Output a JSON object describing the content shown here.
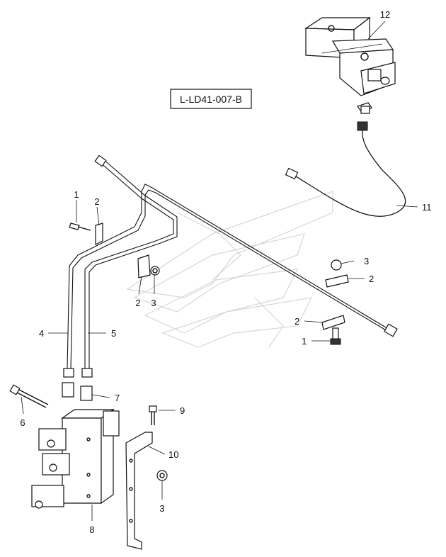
{
  "drawing": {
    "reference": "L-LD41-007-B"
  },
  "callouts": [
    {
      "id": "c-12a",
      "label": "12"
    },
    {
      "id": "c-11",
      "label": "11"
    },
    {
      "id": "c-1a",
      "label": "1"
    },
    {
      "id": "c-2a",
      "label": "2"
    },
    {
      "id": "c-3a",
      "label": "3"
    },
    {
      "id": "c-2b",
      "label": "2"
    },
    {
      "id": "c-2c",
      "label": "2"
    },
    {
      "id": "c-3b",
      "label": "3"
    },
    {
      "id": "c-2d",
      "label": "2"
    },
    {
      "id": "c-1b",
      "label": "1"
    },
    {
      "id": "c-4",
      "label": "4"
    },
    {
      "id": "c-5",
      "label": "5"
    },
    {
      "id": "c-6",
      "label": "6"
    },
    {
      "id": "c-7",
      "label": "7"
    },
    {
      "id": "c-9",
      "label": "9"
    },
    {
      "id": "c-10",
      "label": "10"
    },
    {
      "id": "c-3c",
      "label": "3"
    },
    {
      "id": "c-8",
      "label": "8"
    }
  ]
}
